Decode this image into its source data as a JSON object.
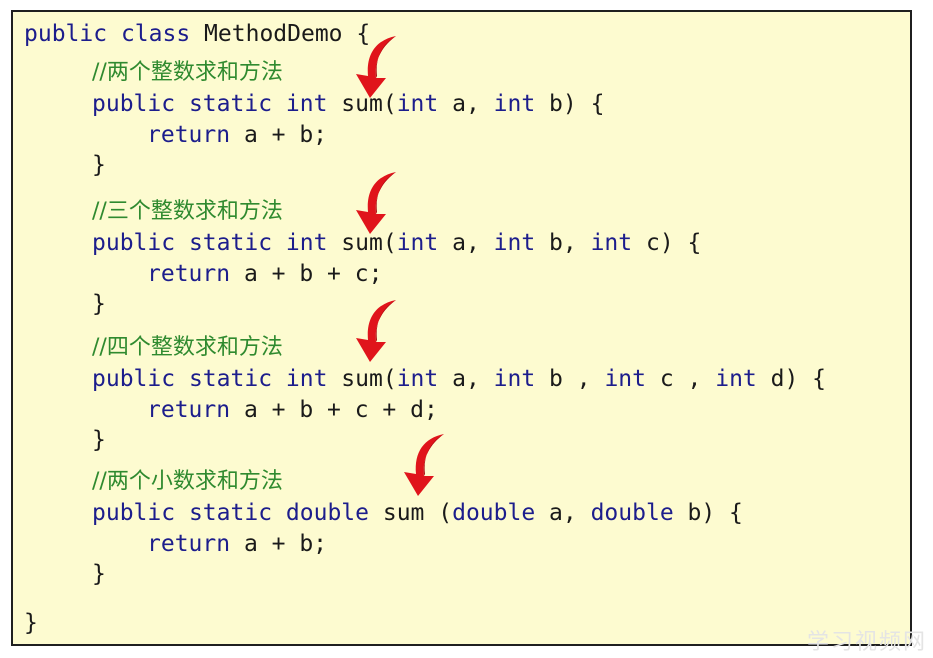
{
  "code": {
    "l1": {
      "kw1": "public",
      "sp1": " ",
      "kw2": "class",
      "tx": " MethodDemo {"
    },
    "c1": "//两个整数求和方法",
    "m1": {
      "a": "public",
      "b": " ",
      "c": "static",
      "d": " ",
      "e": "int",
      "f": " sum(",
      "g": "int",
      "h": " a, ",
      "i": "int",
      "j": " b) {"
    },
    "r1": {
      "kw": "return",
      "tx": " a + b;"
    },
    "b1": "}",
    "c2": "//三个整数求和方法",
    "m2": {
      "a": "public",
      "b": " ",
      "c": "static",
      "d": " ",
      "e": "int",
      "f": " sum(",
      "g": "int",
      "h": " a, ",
      "i": "int",
      "j": " b, ",
      "k": "int",
      "l": " c) {"
    },
    "r2": {
      "kw": "return",
      "tx": " a + b + c;"
    },
    "b2": "}",
    "c3": "//四个整数求和方法",
    "m3": {
      "a": "public",
      "b": " ",
      "c": "static",
      "d": " ",
      "e": "int",
      "f": " sum(",
      "g": "int",
      "h": " a, ",
      "i": "int",
      "j": " b , ",
      "k": "int",
      "l": " c , ",
      "m": "int",
      "n": " d) {"
    },
    "r3": {
      "kw": "return",
      "tx": " a + b + c + d;"
    },
    "b3": "}",
    "c4": "//两个小数求和方法",
    "m4": {
      "a": "public",
      "b": " ",
      "c": "static",
      "d": " ",
      "e": "double",
      "f": " sum (",
      "g": "double",
      "h": " a, ",
      "i": "double",
      "j": " b) {"
    },
    "r4": {
      "kw": "return",
      "tx": " a + b;"
    },
    "b4": "}",
    "end": "}"
  },
  "watermark": "学习视频网",
  "colors": {
    "background": "#fdfbd0",
    "keyword": "#1c1d8c",
    "comment": "#2f8a2f",
    "arrow": "#e0141b"
  }
}
